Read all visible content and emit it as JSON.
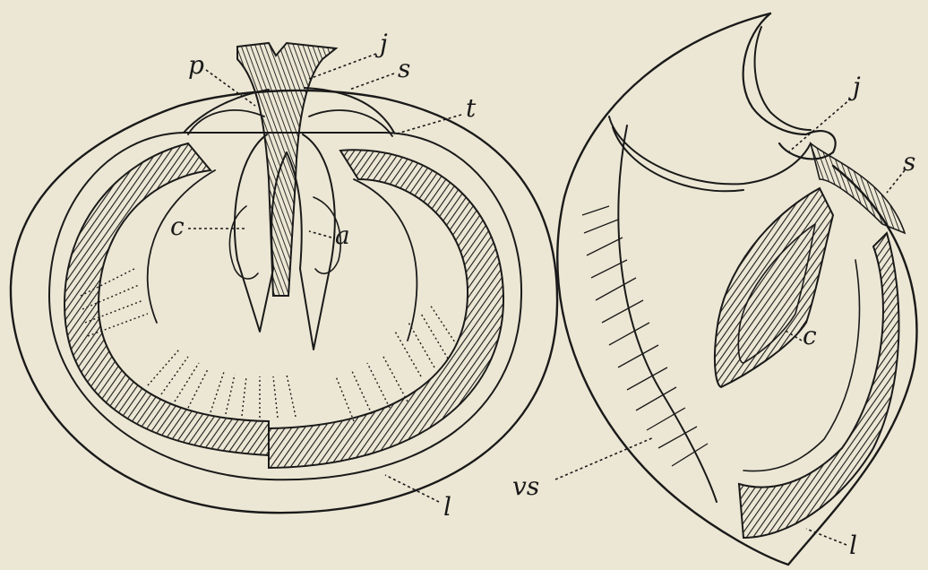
{
  "colors": {
    "paper": "#ece7d4",
    "ink": "#1a1a1a",
    "shade": "#3a3a3a"
  },
  "left_figure": {
    "labels": {
      "p": "p",
      "j": "j",
      "s": "s",
      "t": "t",
      "c": "c",
      "a": "a",
      "l": "l"
    }
  },
  "right_figure": {
    "labels": {
      "j": "j",
      "s": "s",
      "c": "c",
      "vs": "vs",
      "l": "l"
    }
  }
}
